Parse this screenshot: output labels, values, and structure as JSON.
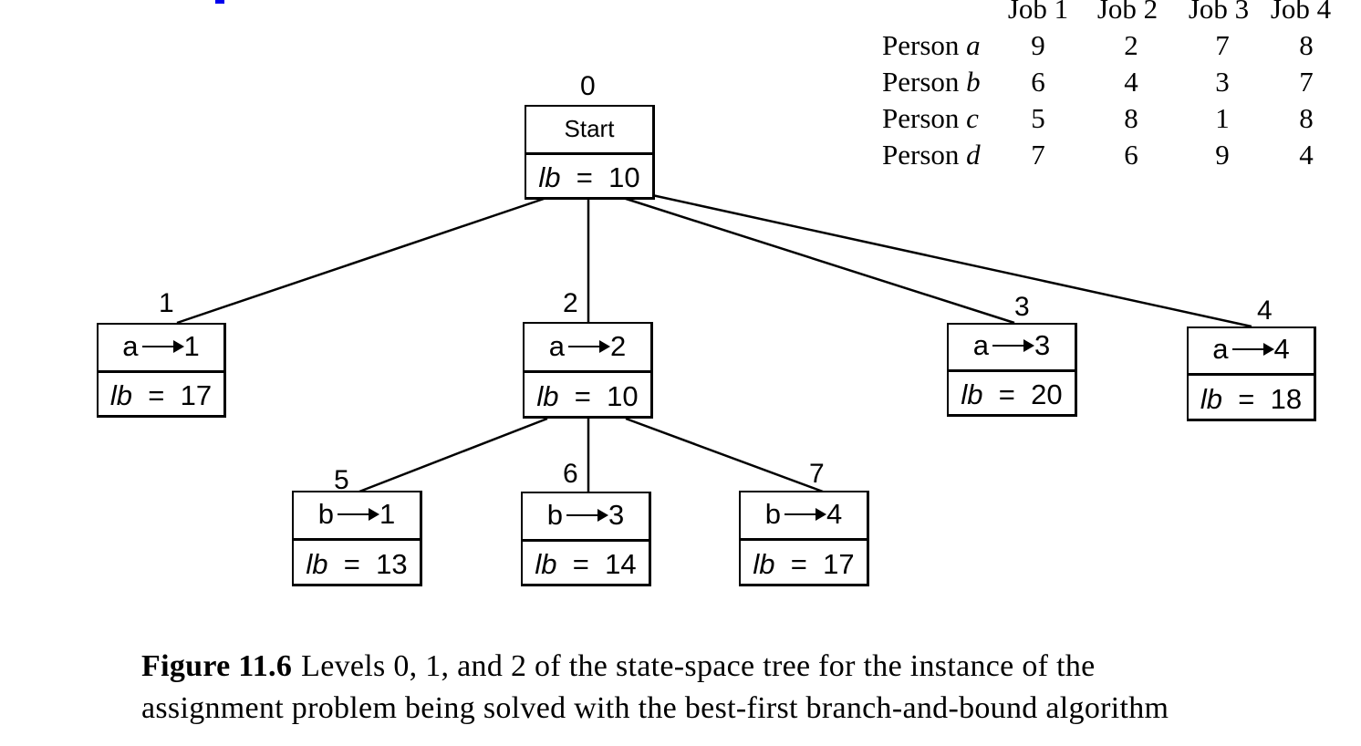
{
  "matrix": {
    "columns": [
      "Job 1",
      "Job 2",
      "Job 3",
      "Job 4"
    ],
    "rows": [
      {
        "prefix": "Person",
        "person": "a",
        "costs": [
          "9",
          "2",
          "7",
          "8"
        ]
      },
      {
        "prefix": "Person",
        "person": "b",
        "costs": [
          "6",
          "4",
          "3",
          "7"
        ]
      },
      {
        "prefix": "Person",
        "person": "c",
        "costs": [
          "5",
          "8",
          "1",
          "8"
        ]
      },
      {
        "prefix": "Person",
        "person": "d",
        "costs": [
          "7",
          "6",
          "9",
          "4"
        ]
      }
    ]
  },
  "tree": {
    "nodes": [
      {
        "id": "0",
        "person": "",
        "job": "",
        "start_label": "Start",
        "lb_label": "lb",
        "lb_value": "10"
      },
      {
        "id": "1",
        "person": "a",
        "job": "1",
        "lb_label": "lb",
        "lb_value": "17"
      },
      {
        "id": "2",
        "person": "a",
        "job": "2",
        "lb_label": "lb",
        "lb_value": "10"
      },
      {
        "id": "3",
        "person": "a",
        "job": "3",
        "lb_label": "lb",
        "lb_value": "20"
      },
      {
        "id": "4",
        "person": "a",
        "job": "4",
        "lb_label": "lb",
        "lb_value": "18"
      },
      {
        "id": "5",
        "person": "b",
        "job": "1",
        "lb_label": "lb",
        "lb_value": "13"
      },
      {
        "id": "6",
        "person": "b",
        "job": "3",
        "lb_label": "lb",
        "lb_value": "14"
      },
      {
        "id": "7",
        "person": "b",
        "job": "4",
        "lb_label": "lb",
        "lb_value": "17"
      }
    ],
    "edges": [
      [
        "0",
        "1"
      ],
      [
        "0",
        "2"
      ],
      [
        "0",
        "3"
      ],
      [
        "0",
        "4"
      ],
      [
        "2",
        "5"
      ],
      [
        "2",
        "6"
      ],
      [
        "2",
        "7"
      ]
    ]
  },
  "caption": {
    "label": "Figure 11.6",
    "line1": "Levels 0, 1, and 2 of the state-space tree for the instance of the",
    "line2": "assignment problem being solved with the best-first branch-and-bound algorithm"
  }
}
